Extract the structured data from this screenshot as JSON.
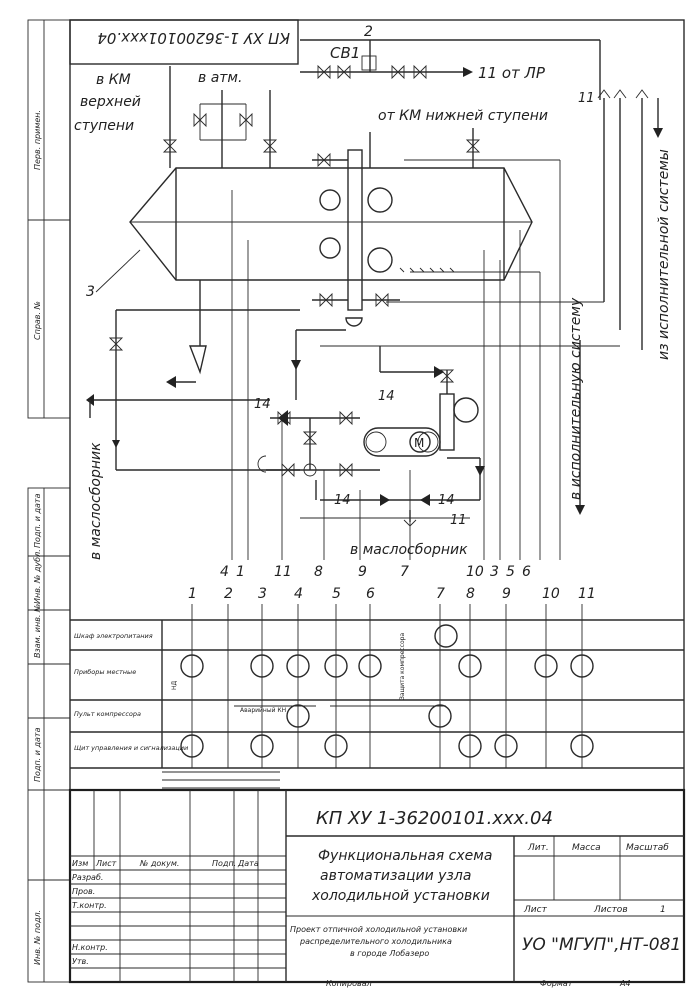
{
  "stamp_top_rotated": "КП ХУ 1-36200101xxx.04",
  "labels": {
    "sv1": "СВ1",
    "n2": "2",
    "from_lr": "11 от ЛР",
    "km_upper": [
      "в КМ",
      "верхней",
      "ступени"
    ],
    "to_atm": "в атм.",
    "from_km_lower": "от КМ нижней ступени",
    "eleven_top_right": "11",
    "n3": "3",
    "from_exec_system": "из исполнительной системы",
    "to_exec_system": "в исполнительную систему",
    "to_oil_left": "в маслосборник",
    "to_oil_bottom": "в маслосборник",
    "n14_a": "14",
    "n14_b": "14",
    "n14_c": "14",
    "n14_d": "14",
    "n11_mid": "11",
    "motor": "М",
    "line_numbers_left": [
      "4",
      "1",
      "11",
      "8",
      "9",
      "7"
    ],
    "line_numbers_right": [
      "10",
      "3",
      "5",
      "6"
    ]
  },
  "instrument_numbers": [
    "1",
    "2",
    "3",
    "4",
    "5",
    "6",
    "7",
    "8",
    "9",
    "10",
    "11"
  ],
  "rows": [
    "Шкаф электропитания",
    "Приборы местные",
    "Пульт компрессора",
    "Щит управления и сигнализации"
  ],
  "small_labels": {
    "hd": "НД",
    "alarm": "Аварийный КН",
    "vertical_note": "Защита компрессора",
    "legend_lines": [
      "",
      ""
    ]
  },
  "side_columns": [
    "Перв. примен.",
    "Справ. №",
    "Подп. и дата",
    "Инв. № дубл.",
    "Взам. инв. №",
    "Подп. и дата",
    "Инв. № подл."
  ],
  "title_block": {
    "code": "КП ХУ 1-36200101.ххх.04",
    "title": [
      "Функциональная схема",
      "автоматизации узла",
      "холодильной установки"
    ],
    "subtitle": [
      "Проект отпичной холодильной установки",
      "распределительного холодильника",
      "в городе Лобазеро"
    ],
    "org": "УО \"МГУП\",НТ-081",
    "col_headers": [
      "Изм",
      "Лист",
      "№ докум.",
      "Подп.",
      "Дата"
    ],
    "roles": [
      "Разраб.",
      "Пров.",
      "Т.контр.",
      "Н.контр.",
      "Утв."
    ],
    "lit": "Лит.",
    "mass": "Масса",
    "scale": "Масштаб",
    "sheet": "Лист",
    "sheets": "Листов",
    "sheets_count": "1",
    "copied": "Копировал",
    "format": "Формат",
    "format_value": "А4"
  }
}
